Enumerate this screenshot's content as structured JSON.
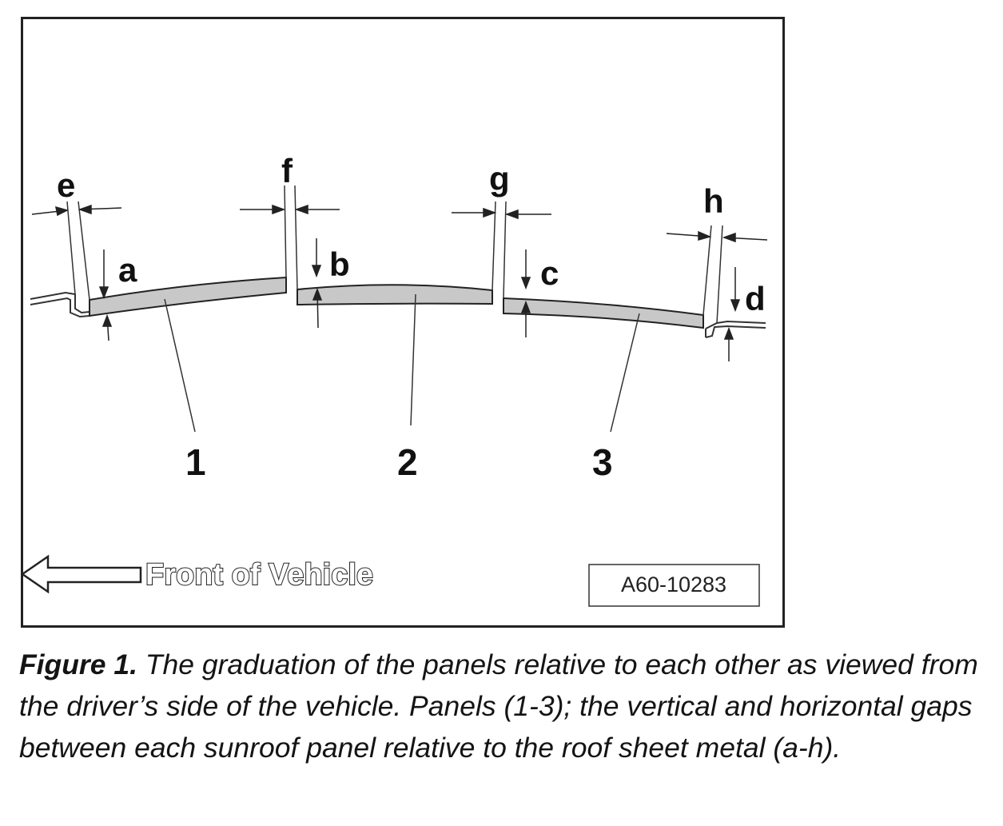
{
  "diagram": {
    "gap_labels": {
      "e": "e",
      "f": "f",
      "g": "g",
      "h": "h",
      "a": "a",
      "b": "b",
      "c": "c",
      "d": "d"
    },
    "panel_numbers": [
      "1",
      "2",
      "3"
    ],
    "direction_label": "Front of Vehicle",
    "figure_code": "A60-10283"
  },
  "caption": {
    "label": "Figure 1.",
    "text": " The graduation of the panels relative to each other as viewed from the driver’s side of the vehicle. Panels (1-3); the vertical and horizontal gaps between each sunroof panel relative to the roof sheet metal (a-h)."
  },
  "colors": {
    "panel_fill": "#c8c8c8",
    "stroke": "#222222",
    "background": "#ffffff"
  }
}
